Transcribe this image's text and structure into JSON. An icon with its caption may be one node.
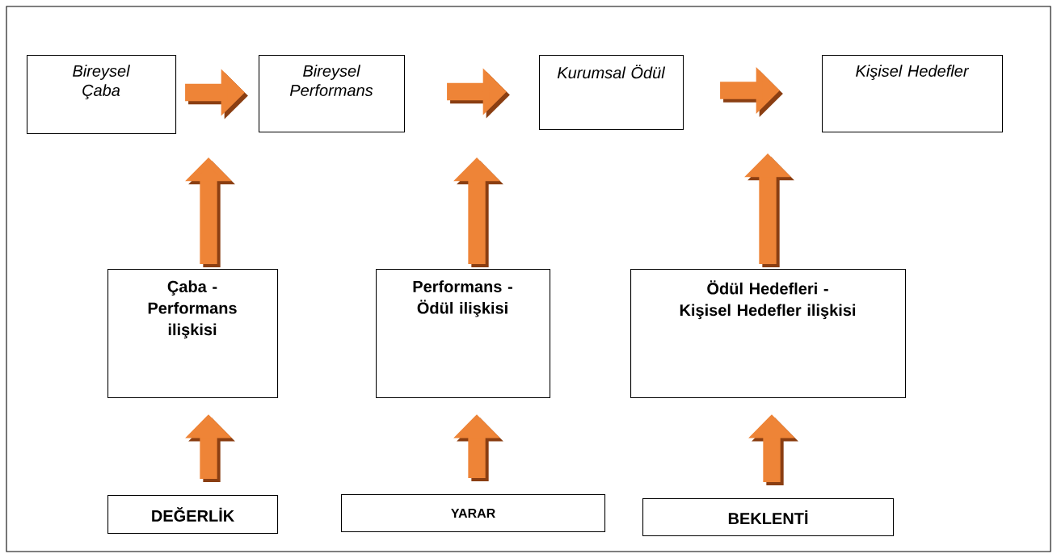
{
  "diagram": {
    "nodes": [
      {
        "text": [
          "Bireysel Çaba"
        ]
      },
      {
        "text": [
          "Bireysel Performans"
        ]
      },
      {
        "text": [
          "Kurumsal Ödül"
        ]
      },
      {
        "text": [
          "Kişisel Hedefler"
        ]
      },
      {
        "text": [
          "Çaba - Performans ilişkisi"
        ]
      },
      {
        "text": [
          "Performans - Ödül ilişkisi"
        ]
      },
      {
        "text": [
          "Ödül Hedefleri - Kişisel Hedefler ilişkisi"
        ]
      },
      {
        "text": [
          "DEĞERLİK"
        ]
      },
      {
        "text": [
          "YARAR"
        ]
      },
      {
        "text": [
          "BEKLENTİ"
        ]
      }
    ],
    "edges": [
      {
        "from": 0,
        "to": 1,
        "arrow": "to"
      },
      {
        "from": 1,
        "to": 2,
        "arrow": "to"
      },
      {
        "from": 2,
        "to": 3,
        "arrow": "to"
      },
      {
        "from": 4,
        "to": null,
        "arrow": "to"
      },
      {
        "from": 5,
        "to": null,
        "arrow": "to"
      },
      {
        "from": 6,
        "to": null,
        "arrow": "to"
      },
      {
        "from": 7,
        "to": 4,
        "arrow": "to"
      },
      {
        "from": 8,
        "to": 5,
        "arrow": "to"
      },
      {
        "from": 9,
        "to": 6,
        "arrow": "to"
      }
    ]
  }
}
